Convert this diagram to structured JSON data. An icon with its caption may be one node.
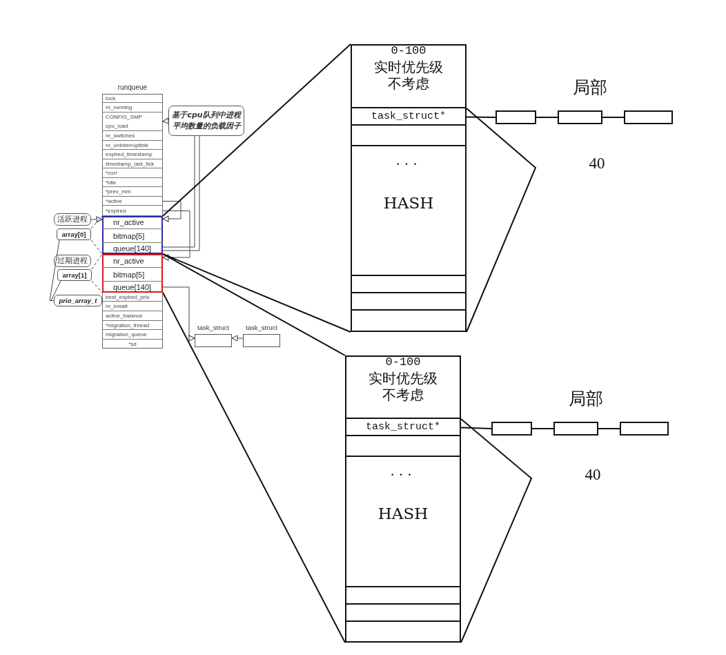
{
  "diagram": {
    "nodes": [
      {
        "text": [
          "runqueue"
        ]
      },
      {
        "text": [
          "lock"
        ],
        "in": 0
      },
      {
        "text": [
          "nr_running"
        ],
        "in": 0
      },
      {
        "text": [
          "CONFIG_SMP",
          "cpu_load"
        ],
        "in": 0
      },
      {
        "text": [
          "nr_switches"
        ],
        "in": 0
      },
      {
        "text": [
          "nr_uninterruptible"
        ],
        "in": 0
      },
      {
        "text": [
          "expired_timestamp"
        ],
        "in": 0
      },
      {
        "text": [
          "timestamp_last_tick"
        ],
        "in": 0
      },
      {
        "text": [
          "*curr"
        ],
        "in": 0
      },
      {
        "text": [
          "*idle"
        ],
        "in": 0
      },
      {
        "text": [
          "*prev_mm"
        ],
        "in": 0
      },
      {
        "text": [
          "*active"
        ],
        "in": 0
      },
      {
        "text": [
          "*expired"
        ],
        "in": 0
      },
      {
        "text": [],
        "shape": "box",
        "in": 0
      },
      {
        "text": [
          "nr_active"
        ],
        "in": 13
      },
      {
        "text": [
          "bitmap[5]"
        ],
        "in": 13
      },
      {
        "text": [
          "queue[140]"
        ],
        "in": 13
      },
      {
        "text": [],
        "shape": "box",
        "in": 0
      },
      {
        "text": [
          "nr_active"
        ],
        "in": 17
      },
      {
        "text": [
          "bitmap[5]"
        ],
        "in": 17
      },
      {
        "text": [
          "queue[140]"
        ],
        "in": 17
      },
      {
        "text": [
          "best_expired_prio"
        ],
        "in": 0
      },
      {
        "text": [
          "nr_iowait"
        ],
        "in": 0
      },
      {
        "text": [
          "active_balance"
        ],
        "in": 0
      },
      {
        "text": [
          "*migration_thread"
        ],
        "in": 0
      },
      {
        "text": [
          "migration_queue"
        ],
        "in": 0
      },
      {
        "text": [
          "*sd"
        ],
        "in": 0
      },
      {
        "text": [
          "基于cpu队列中进程平均数量的负载因子"
        ]
      },
      {
        "text": [
          "活跃进程"
        ]
      },
      {
        "text": [
          "array[0]"
        ]
      },
      {
        "text": [
          "过期进程"
        ]
      },
      {
        "text": [
          "array[1]"
        ]
      },
      {
        "text": [
          "prio_array_t"
        ]
      },
      {
        "text": [
          "task_struct"
        ]
      },
      {
        "text": [
          "task_struct"
        ]
      },
      {
        "text": [],
        "shape": "box"
      },
      {
        "text": [
          "0-100",
          "实时优先级不考虑"
        ],
        "in": 35
      },
      {
        "text": [
          "task_struct*"
        ],
        "in": 35
      },
      {
        "text": [],
        "shape": "box",
        "in": 35
      },
      {
        "text": [
          "...",
          "HASH"
        ],
        "in": 35
      },
      {
        "text": [],
        "shape": "box",
        "in": 35
      },
      {
        "text": [],
        "shape": "box",
        "in": 35
      },
      {
        "text": [],
        "shape": "box",
        "in": 35
      },
      {
        "text": [],
        "shape": "box"
      },
      {
        "text": [],
        "shape": "box"
      },
      {
        "text": [],
        "shape": "box"
      },
      {
        "text": [],
        "shape": "box"
      },
      {
        "text": [
          "0-100",
          "实时优先级不考虑"
        ],
        "in": 46
      },
      {
        "text": [
          "task_struct*"
        ],
        "in": 46
      },
      {
        "text": [],
        "shape": "box",
        "in": 46
      },
      {
        "text": [
          "...",
          "HASH"
        ],
        "in": 46
      },
      {
        "text": [],
        "shape": "box",
        "in": 46
      },
      {
        "text": [],
        "shape": "box",
        "in": 46
      },
      {
        "text": [],
        "shape": "box",
        "in": 46
      },
      {
        "text": [],
        "shape": "box"
      },
      {
        "text": [],
        "shape": "box"
      },
      {
        "text": [],
        "shape": "box"
      }
    ],
    "edges": [
      {
        "from": 27,
        "to": 3,
        "arrow": "to"
      },
      {
        "from": 28,
        "to": 13,
        "arrow": "to"
      },
      {
        "from": 29,
        "to": 13,
        "arrow": "none",
        "style": "dashed"
      },
      {
        "from": 29,
        "to": 13,
        "arrow": "none",
        "style": "dashed"
      },
      {
        "from": 31,
        "to": 17,
        "arrow": "none",
        "style": "dashed"
      },
      {
        "from": 31,
        "to": 17,
        "arrow": "none",
        "style": "dashed"
      },
      {
        "from": 32,
        "to": 29,
        "arrow": "none"
      },
      {
        "from": 32,
        "to": 31,
        "arrow": "none"
      },
      {
        "from": 11,
        "to": 13,
        "arrow": "to"
      },
      {
        "from": 12,
        "to": 17,
        "arrow": "to"
      },
      {
        "from": 16,
        "to": 27,
        "arrow": "none"
      },
      {
        "from": 16,
        "to": 27,
        "arrow": "none"
      },
      {
        "from": 20,
        "to": 33,
        "arrow": "to"
      },
      {
        "from": 34,
        "to": 33,
        "arrow": "to"
      },
      {
        "from": 13,
        "to": 35,
        "arrow": "none"
      },
      {
        "from": 13,
        "to": 35,
        "arrow": "none"
      },
      {
        "from": 17,
        "to": 46,
        "arrow": "none"
      },
      {
        "from": 17,
        "to": 46,
        "arrow": "none"
      },
      {
        "from": 37,
        "to": 43,
        "arrow": "none"
      },
      {
        "from": 43,
        "to": 44,
        "arrow": "none"
      },
      {
        "from": 44,
        "to": 45,
        "arrow": "none"
      },
      {
        "from": 48,
        "to": 54,
        "arrow": "none"
      },
      {
        "from": 54,
        "to": 55,
        "arrow": "none"
      },
      {
        "from": 55,
        "to": 56,
        "arrow": "none"
      }
    ],
    "labels": [
      "局部",
      "40",
      "局部",
      "40"
    ]
  }
}
